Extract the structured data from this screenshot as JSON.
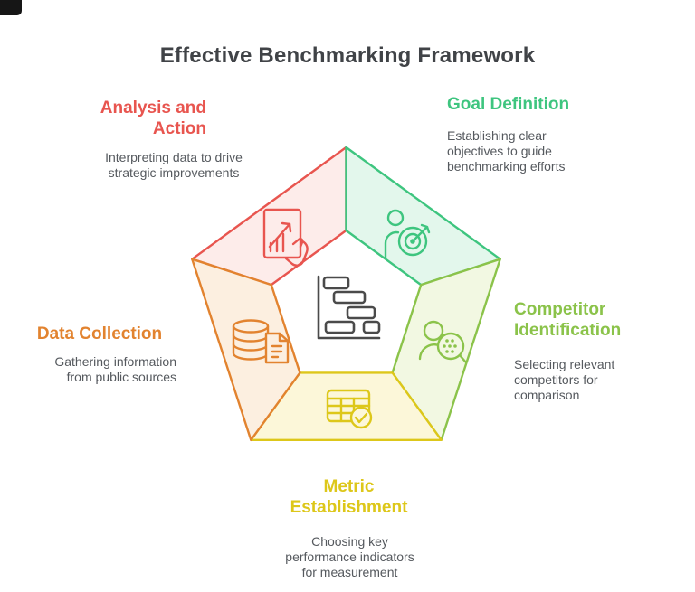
{
  "title": "Effective Benchmarking Framework",
  "center_icon": "gantt-chart-icon",
  "colors": {
    "title-text": "#404347",
    "desc-text": "#55595e",
    "red": "#e8554f",
    "red-fill": "#fdecea",
    "green": "#3ec57f",
    "green-fill": "#e3f7ec",
    "lime": "#8bc34a",
    "lime-fill": "#f2f8e2",
    "yellow": "#ddc71a",
    "yellow-fill": "#fcf7d9",
    "orange": "#e2832f",
    "orange-fill": "#fcefe0",
    "icon-dark": "#4a4a4a"
  },
  "sections": [
    {
      "id": "analysis-and-action",
      "title": "Analysis and Action",
      "description": "Interpreting data to drive strategic improvements",
      "color": "#e8554f",
      "icon": "chart-document-hand-icon"
    },
    {
      "id": "goal-definition",
      "title": "Goal Definition",
      "description": "Establishing clear objectives to guide benchmarking efforts",
      "color": "#3ec57f",
      "icon": "person-target-icon"
    },
    {
      "id": "competitor-identification",
      "title": "Competitor Identification",
      "description": "Selecting relevant competitors for comparison",
      "color": "#8bc34a",
      "icon": "person-magnifier-icon"
    },
    {
      "id": "metric-establishment",
      "title": "Metric Establishment",
      "description": "Choosing key performance indicators for measurement",
      "color": "#ddc71a",
      "icon": "table-check-icon"
    },
    {
      "id": "data-collection",
      "title": "Data Collection",
      "description": "Gathering information from public sources",
      "color": "#e2832f",
      "icon": "database-document-icon"
    }
  ]
}
